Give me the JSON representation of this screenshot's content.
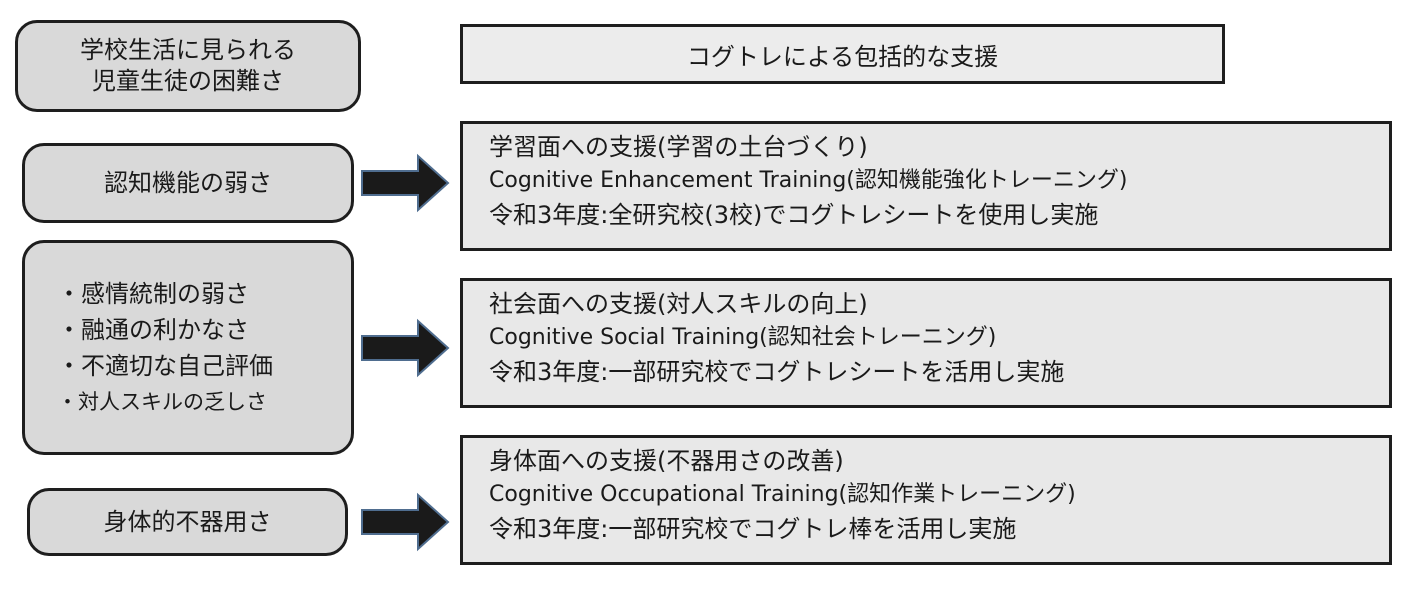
{
  "left": {
    "header": {
      "lines": [
        "学校生活に見られる",
        "児童生徒の困難さ"
      ]
    },
    "cognitive": {
      "label": "認知機能の弱さ"
    },
    "social": {
      "items": [
        "・感情統制の弱さ",
        "・融通の利かなさ",
        "・不適切な自己評価",
        "・対人スキルの乏しさ"
      ]
    },
    "physical": {
      "label": "身体的不器用さ"
    }
  },
  "right": {
    "header": {
      "label": "コグトレによる包括的な支援"
    },
    "boxes": [
      {
        "title": "学習面への支援(学習の土台づくり)",
        "program": "Cognitive Enhancement Training(認知機能強化トレーニング)",
        "status": "令和3年度:全研究校(3校)でコグトレシートを使用し実施"
      },
      {
        "title": "社会面への支援(対人スキルの向上)",
        "program": "Cognitive Social Training(認知社会トレーニング)",
        "status": "令和3年度:一部研究校でコグトレシートを活用し実施"
      },
      {
        "title": "身体面への支援(不器用さの改善)",
        "program": "Cognitive Occupational Training(認知作業トレーニング)",
        "status": "令和3年度:一部研究校でコグトレ棒を活用し実施"
      }
    ]
  },
  "colors": {
    "box_fill_left": "#d9d9d9",
    "box_fill_right": "#e8e8e8",
    "arrow_fill": "#1a1a1a",
    "arrow_outline": "#4f6d8f"
  }
}
